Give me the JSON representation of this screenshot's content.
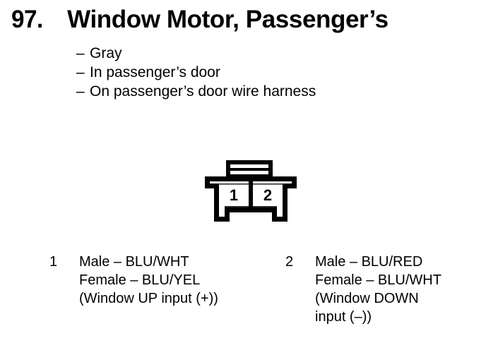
{
  "page": {
    "background_color": "#ffffff",
    "ink_color": "#000000"
  },
  "heading": {
    "number": "97.",
    "title": "Window Motor, Passenger’s"
  },
  "attributes": {
    "dash": "–",
    "items": [
      {
        "text": "Gray"
      },
      {
        "text": "In passenger’s door"
      },
      {
        "text": "On passenger’s door wire harness"
      }
    ]
  },
  "connector": {
    "label": "two-cavity-connector",
    "cavities": [
      {
        "number": "1"
      },
      {
        "number": "2"
      }
    ],
    "latch_slots": 2
  },
  "pins": [
    {
      "index": "1",
      "lines": [
        "Male – BLU/WHT",
        "Female – BLU/YEL",
        "(Window UP input (+))"
      ]
    },
    {
      "index": "2",
      "lines": [
        "Male – BLU/RED",
        "Female – BLU/WHT",
        "(Window DOWN",
        "input (–))"
      ]
    }
  ]
}
